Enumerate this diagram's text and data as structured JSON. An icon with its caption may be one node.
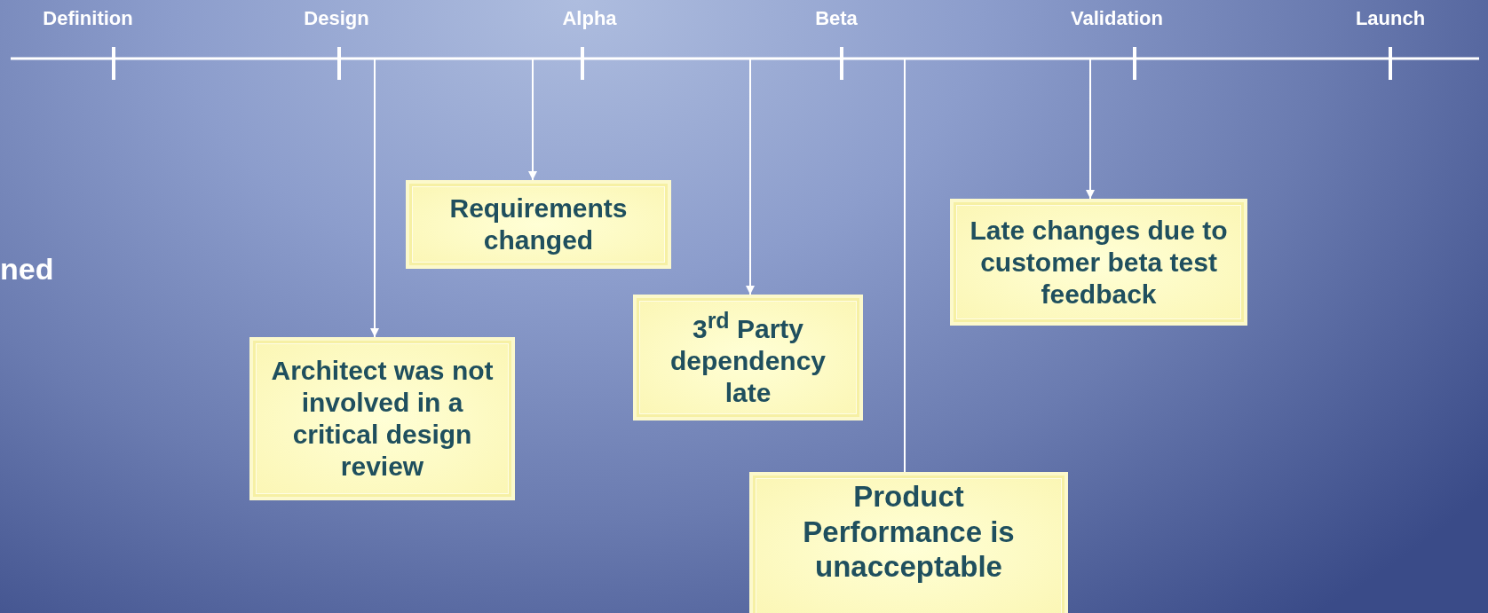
{
  "diagram": {
    "nodes": [
      {
        "text": [
          "Architect was not involved in a critical design review"
        ]
      },
      {
        "text": [
          "Requirements changed"
        ]
      },
      {
        "text": [
          "3$^{rd}$ Party dependency late"
        ]
      },
      {
        "text": [
          "Product Performance is unacceptable"
        ]
      },
      {
        "text": [
          "Late changes due to customer beta test feedback"
        ]
      }
    ],
    "edges": [
      {
        "from": null,
        "to": 0,
        "arrow": "to"
      },
      {
        "from": null,
        "to": 1,
        "arrow": "to"
      },
      {
        "from": null,
        "to": 2,
        "arrow": "to"
      },
      {
        "from": null,
        "to": 3,
        "arrow": "none"
      },
      {
        "from": null,
        "to": 4,
        "arrow": "to"
      }
    ],
    "labels": [
      "Definition",
      "Design",
      "Alpha",
      "Beta",
      "Validation",
      "Launch",
      "ned"
    ]
  }
}
